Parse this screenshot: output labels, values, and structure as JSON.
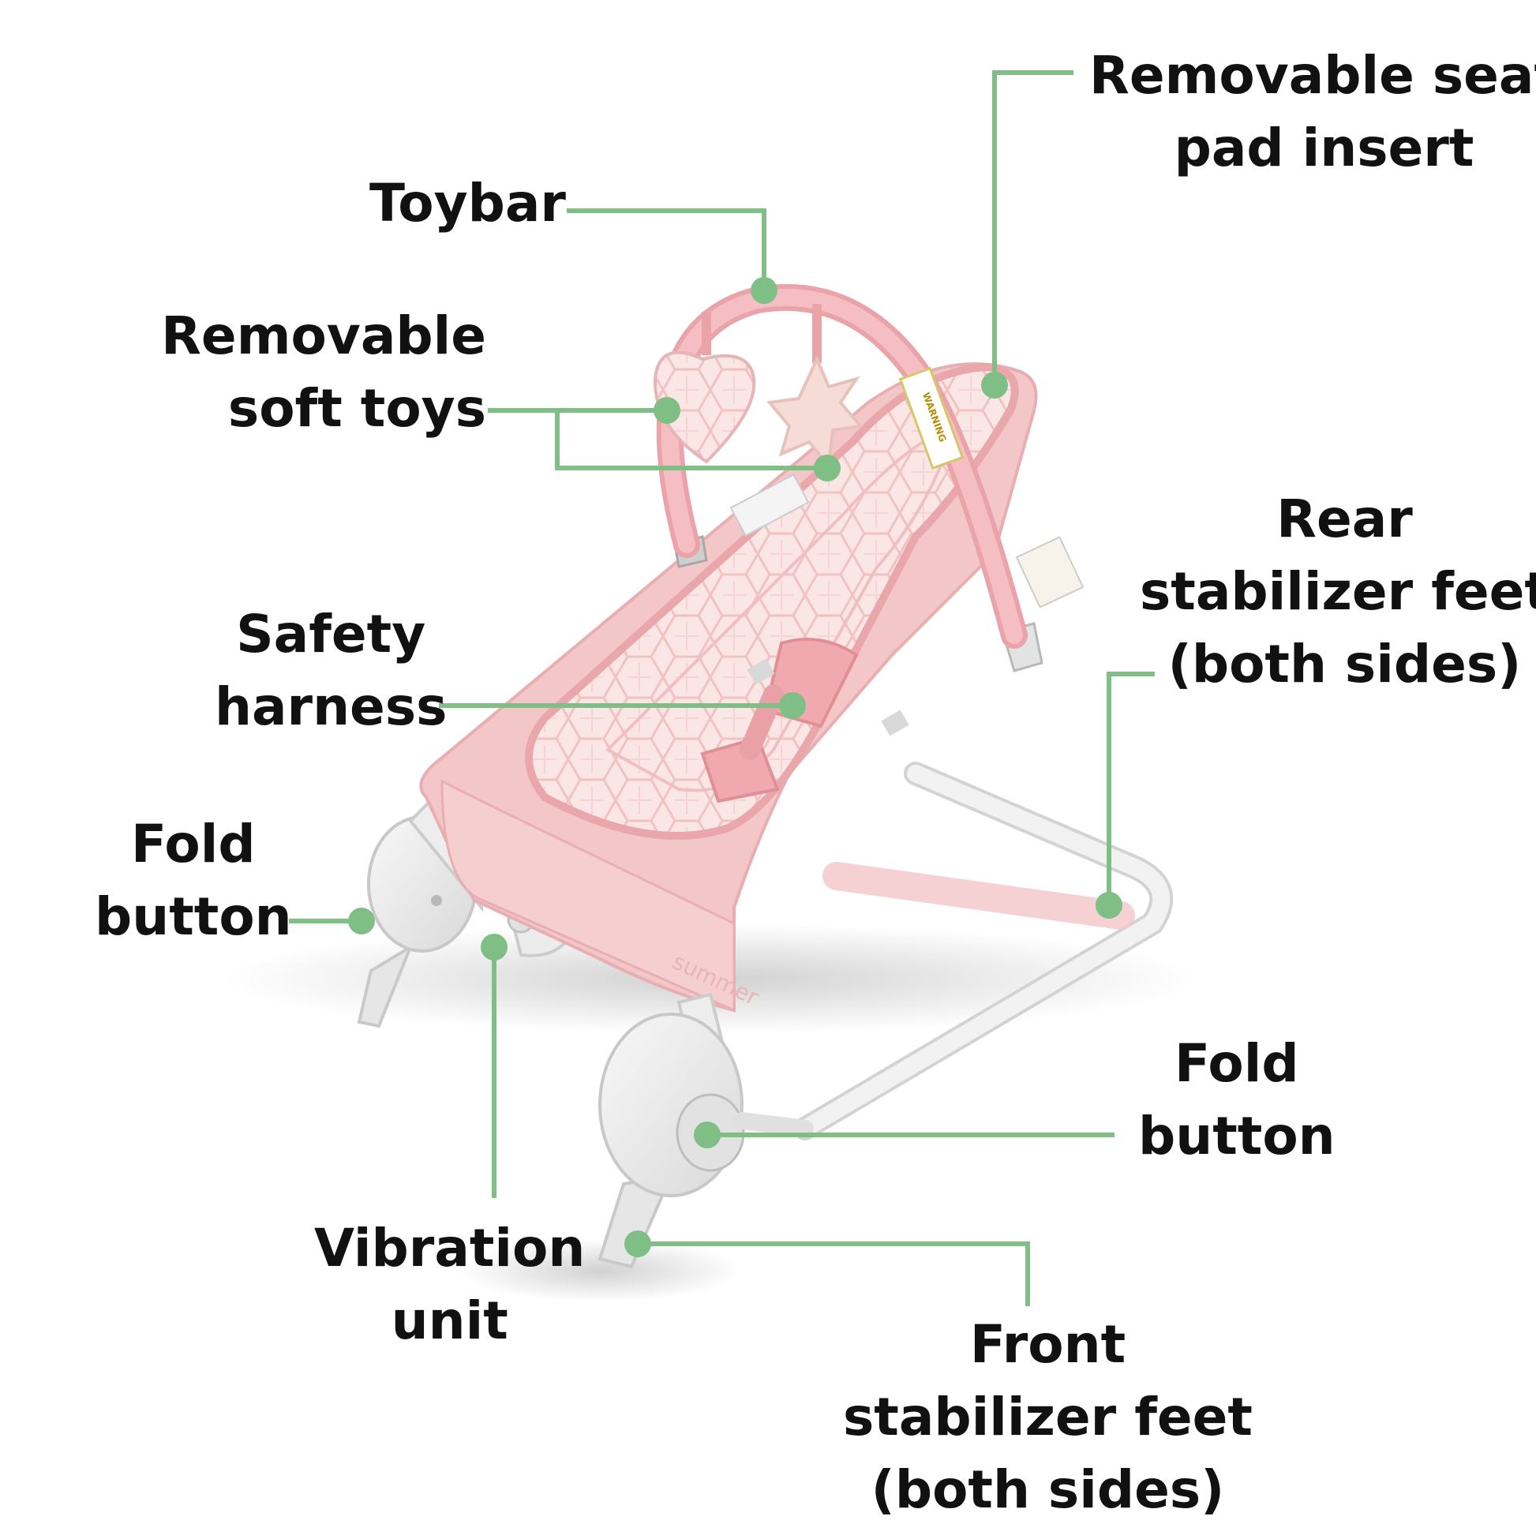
{
  "colors": {
    "callout": "#7fbf86",
    "text": "#111111",
    "seat_pink": "#f3c6c8",
    "seat_pink_dark": "#e8a6ab",
    "pad_pattern": "#f9dcdc",
    "frame": "#eeeeee",
    "frame_shadow": "#cfcfcf"
  },
  "labels": {
    "seat_pad": [
      "Removable seat",
      "pad insert"
    ],
    "toybar": [
      "Toybar"
    ],
    "soft_toys": [
      "Removable",
      "soft toys"
    ],
    "rear_feet": [
      "Rear",
      "stabilizer feet",
      "(both sides)"
    ],
    "harness": [
      "Safety",
      "harness"
    ],
    "fold_left": [
      "Fold",
      "button"
    ],
    "fold_right": [
      "Fold",
      "button"
    ],
    "vibration": [
      "Vibration",
      "unit"
    ],
    "front_feet": [
      "Front",
      "stabilizer feet",
      "(both sides)"
    ]
  },
  "product": {
    "warning_tag": "WARNING",
    "brand_mark": "summer"
  }
}
